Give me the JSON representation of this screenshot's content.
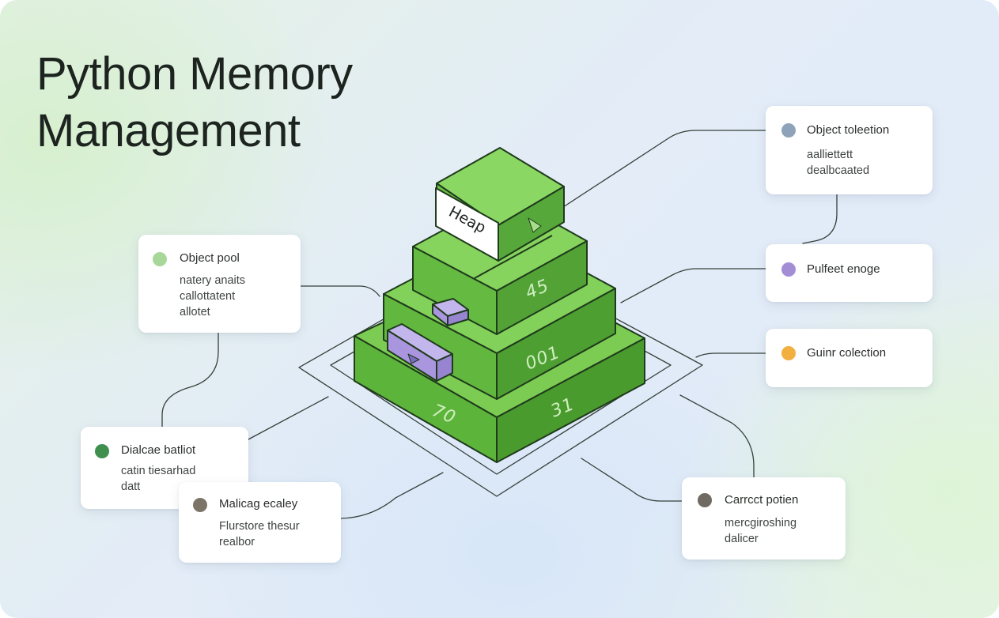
{
  "title": {
    "line1": "Python Memory",
    "line2": "Management"
  },
  "stack": {
    "top_label": "Heap",
    "layer_labels": [
      "45",
      "001",
      "31",
      "70"
    ]
  },
  "cards": {
    "object_pool": {
      "title": "Object pool",
      "lines": [
        "natery anaits",
        "callottatent",
        "allotet"
      ],
      "dot_color": "#a8d79a"
    },
    "dialcase": {
      "title": "Dialcae batliot",
      "lines": [
        "catin tiesarhad",
        "datt"
      ],
      "dot_color": "#3f8f4e"
    },
    "mailcag": {
      "title": "Malicag ecaley",
      "lines": [
        "Flurstore thesur",
        "realbor"
      ],
      "dot_color": "#7d7468"
    },
    "object_tolection": {
      "title": "Object toleetion",
      "lines": [
        "aalliettett",
        "dealbcaated"
      ],
      "dot_color": "#8ea3ba"
    },
    "pulfeet": {
      "title": "Pulfeet enoge",
      "lines": [],
      "dot_color": "#a38ed6"
    },
    "guinr": {
      "title": "Guinr colection",
      "lines": [],
      "dot_color": "#f1b03f"
    },
    "carrect": {
      "title": "Carrcct potien",
      "lines": [
        "mercgiroshing",
        "dalicer"
      ],
      "dot_color": "#6f6a62"
    }
  }
}
